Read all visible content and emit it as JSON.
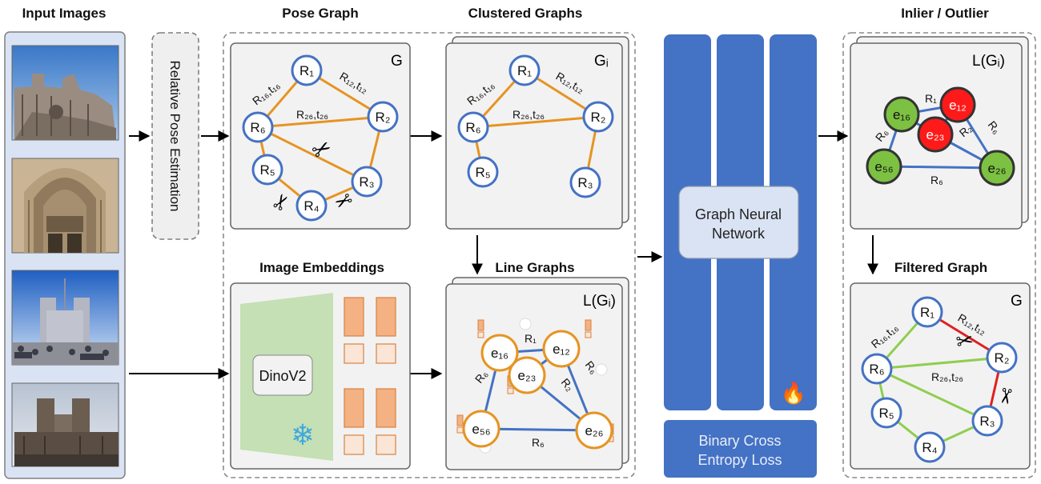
{
  "headers": {
    "input_images": "Input Images",
    "pose_graph": "Pose Graph",
    "clustered_graphs": "Clustered Graphs",
    "inlier_outlier": "Inlier / Outlier",
    "image_embeddings": "Image Embeddings",
    "line_graphs": "Line Graphs",
    "filtered_graph": "Filtered Graph"
  },
  "relative_pose_estimation": "Relative Pose Estimation",
  "graph_labels": {
    "pose_graph": "G",
    "clustered": "Gᵢ",
    "line_graph": "L(Gᵢ)",
    "inlier": "L(Gᵢ)",
    "filtered": "G"
  },
  "pose_nodes": [
    "R₁",
    "R₂",
    "R₃",
    "R₄",
    "R₅",
    "R₆"
  ],
  "edge_labels": {
    "r16_t16": "R₁₆,t₁₆",
    "r12_t12": "R₁₂,t₁₂",
    "r26_t26": "R₂₆,t₂₆"
  },
  "line_nodes": [
    "e₁₆",
    "e₁₂",
    "e₂₃",
    "e₅₆",
    "e₂₆"
  ],
  "line_edge_labels": {
    "r1": "R₁",
    "r2": "R₂",
    "r6": "R₆"
  },
  "encoder_label": "DinoV2",
  "gnn_label": "Graph Neural Network",
  "loss_label": "Binary Cross Entropy Loss",
  "colors": {
    "node_stroke": "#4472c4",
    "edge_orange": "#e69422",
    "edge_blue": "#4472c4",
    "edge_green": "#8fce4f",
    "edge_red": "#e02020",
    "inlier_fill": "#7cc142",
    "outlier_fill": "#ff1a1a",
    "gnn_blue": "#4472c4",
    "panel_fill": "#f2f2f2",
    "input_panel_fill": "#dae3f3",
    "embedding_fill": "#f4b183",
    "encoder_fill": "#c5e0b4"
  }
}
